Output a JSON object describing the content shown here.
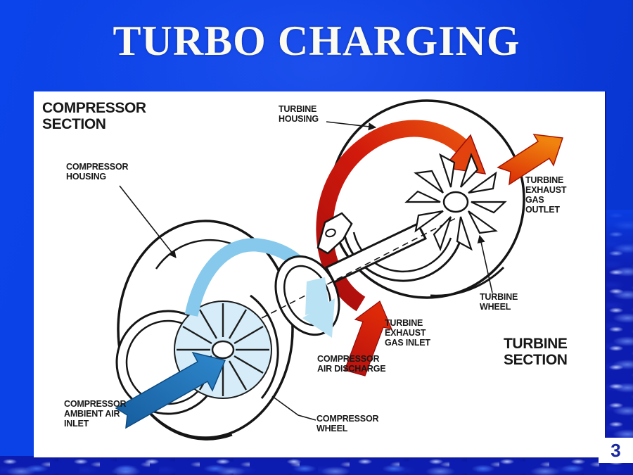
{
  "slide": {
    "title": "TURBO CHARGING",
    "page_number": "3"
  },
  "diagram": {
    "labels": {
      "compressor_section": "COMPRESSOR\nSECTION",
      "compressor_housing": "COMPRESSOR\nHOUSING",
      "turbine_housing": "TURBINE\nHOUSING",
      "turbine_exhaust_gas_outlet": "TURBINE\nEXHAUST\nGAS\nOUTLET",
      "turbine_wheel": "TURBINE\nWHEEL",
      "turbine_section": "TURBINE\nSECTION",
      "turbine_exhaust_gas_inlet": "TURBINE\nEXHAUST\nGAS INLET",
      "compressor_air_discharge": "COMPRESSOR\nAIR DISCHARGE",
      "compressor_wheel": "COMPRESSOR\nWHEEL",
      "compressor_ambient_air_inlet": "COMPRESSOR\nAMBIENT AIR\nINLET"
    },
    "flow_colors": {
      "ambient_air_intake": "#1e6db4",
      "compressed_air": "#85c9ec",
      "exhaust_gas_inlet": "#c41111",
      "exhaust_gas_outlet": "#e8560c"
    }
  },
  "theme": {
    "background_blue": "#0a3de2",
    "title_color": "#fbfbf1",
    "panel_color": "#ffffff",
    "page_number_color": "#19289e"
  }
}
